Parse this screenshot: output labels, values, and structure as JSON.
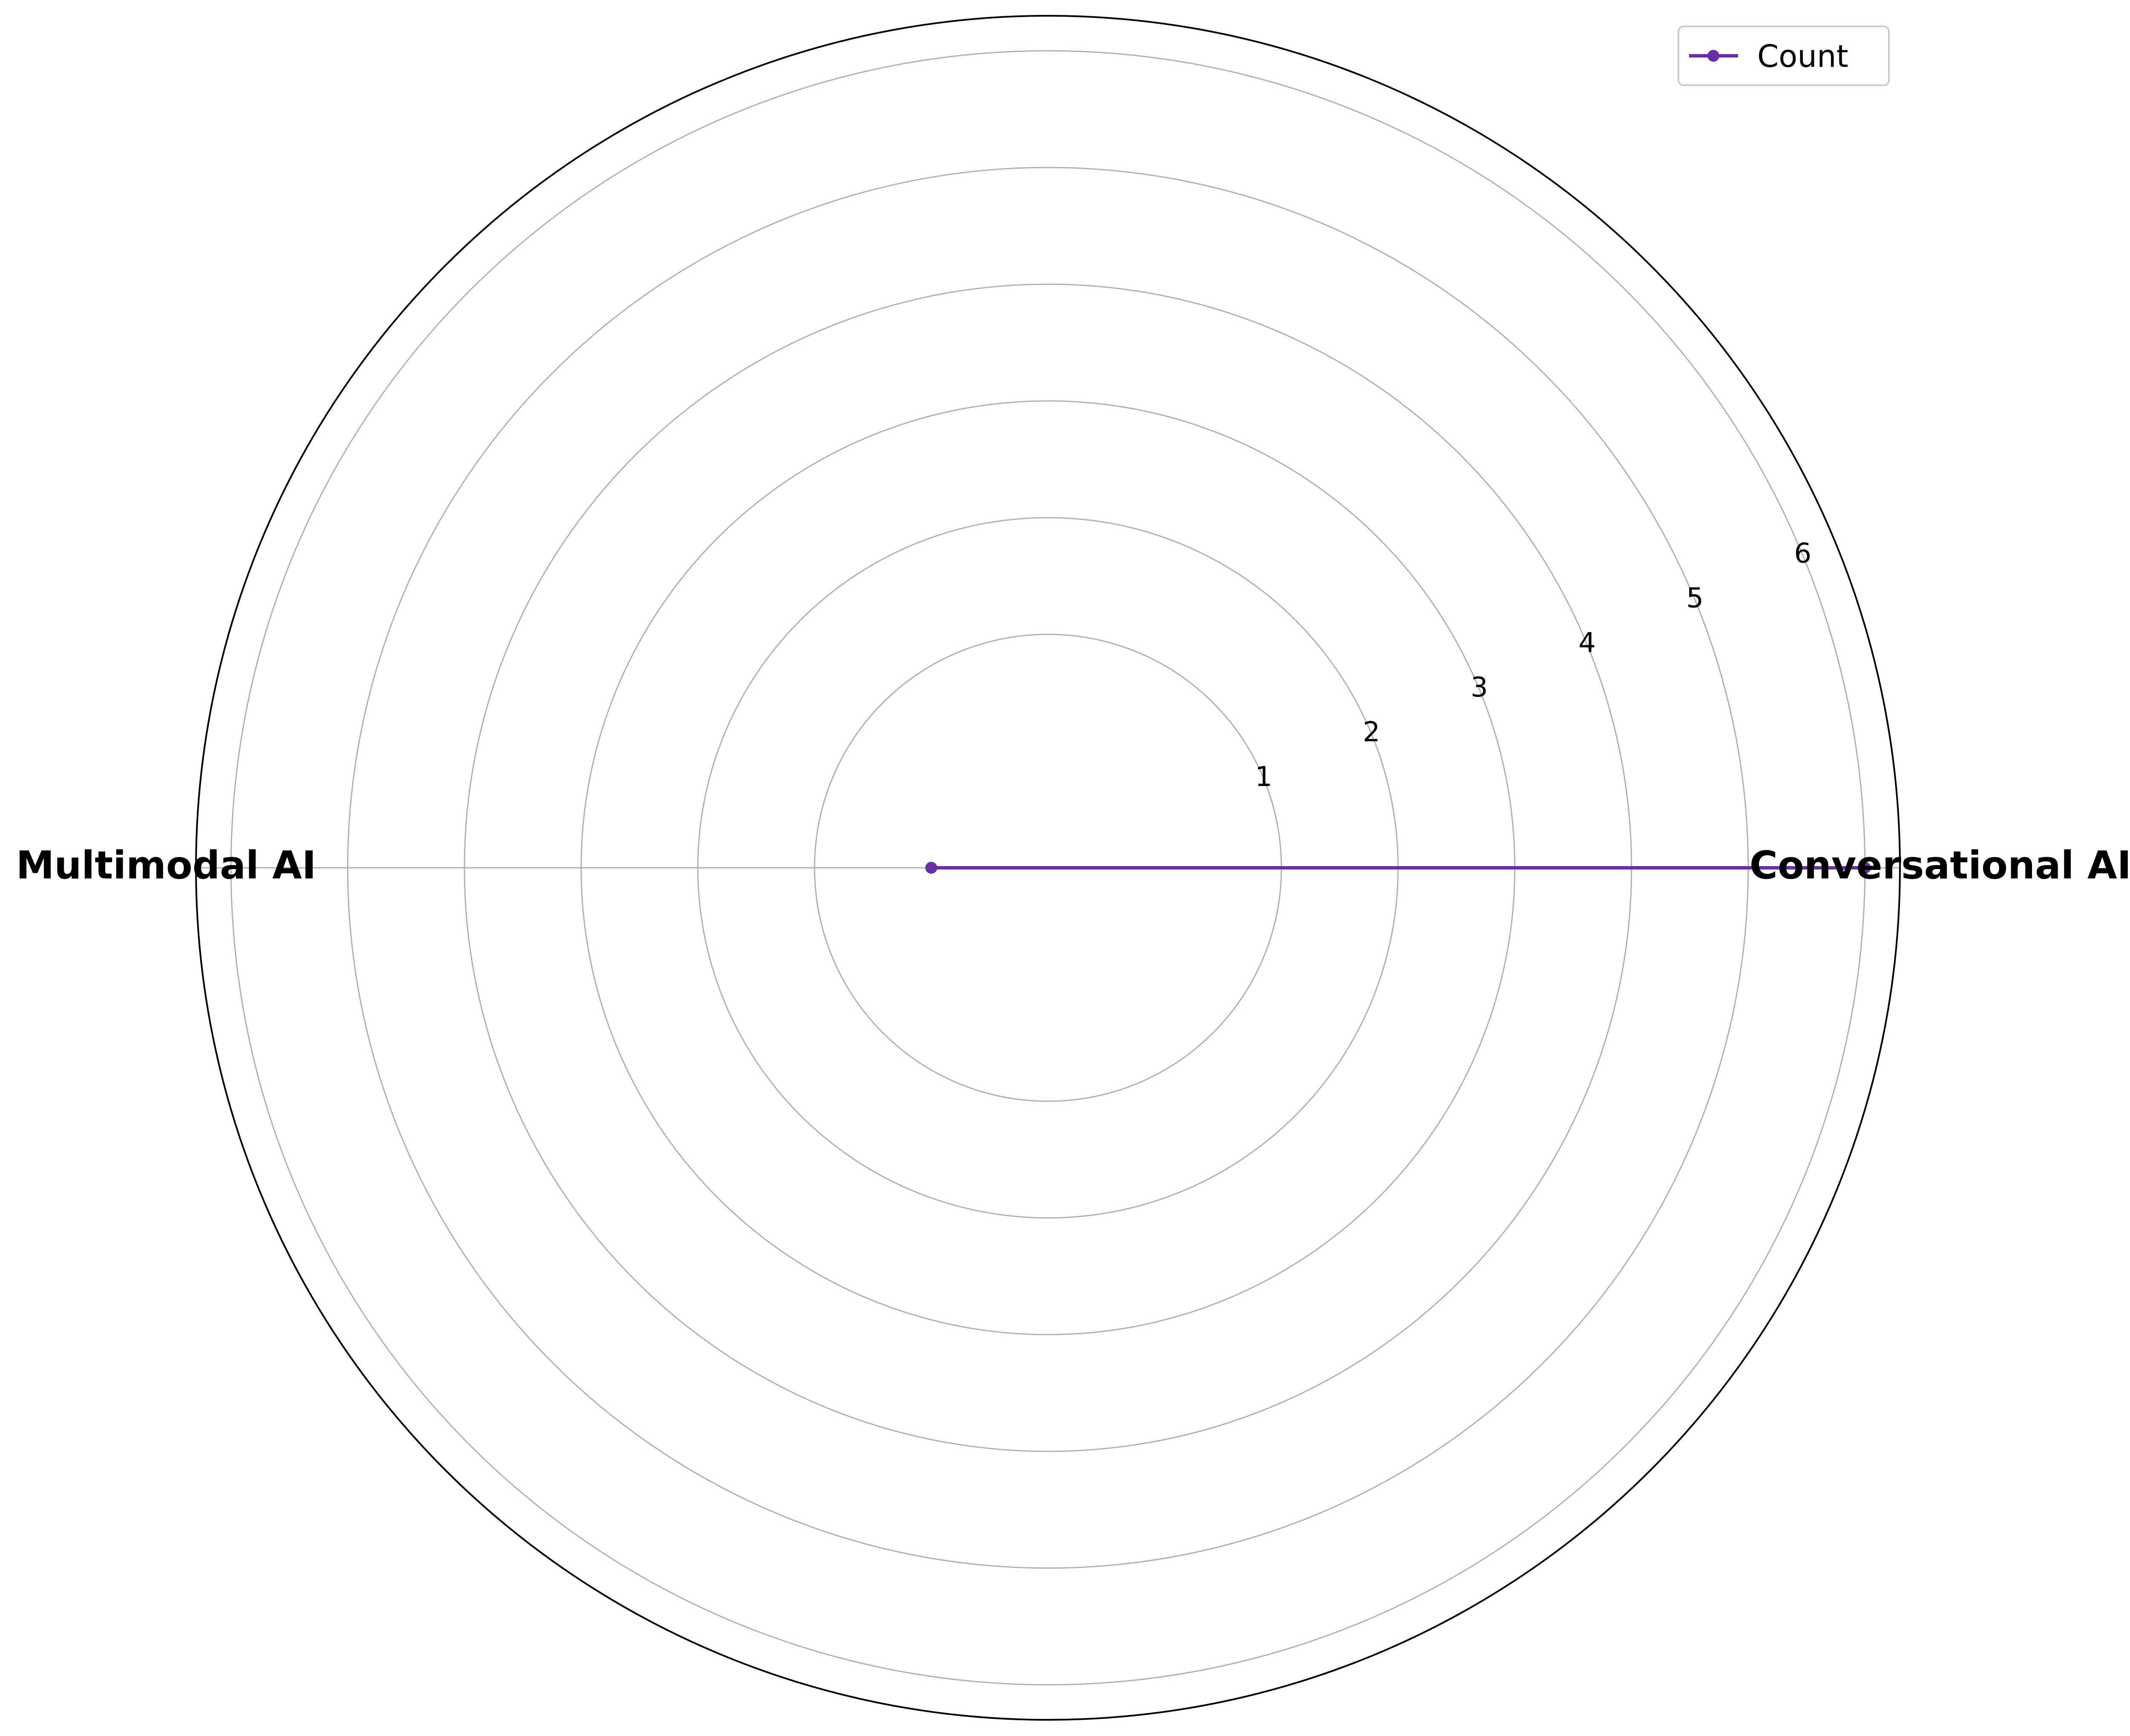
{
  "chart_data": {
    "type": "radar",
    "categories": [
      "Conversational AI",
      "Multimodal AI"
    ],
    "series": [
      {
        "name": "Count",
        "values": [
          6,
          0
        ],
        "color": "#6a30a3"
      }
    ],
    "radial_ticks": [
      "1",
      "2",
      "3",
      "4",
      "5",
      "6"
    ],
    "rlim": [
      -1,
      6.3
    ],
    "grid": true,
    "legend_position": "top-right"
  }
}
